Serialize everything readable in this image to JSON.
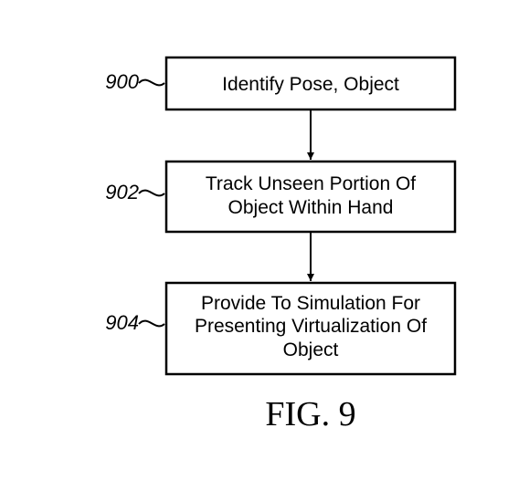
{
  "diagram": {
    "steps": [
      {
        "ref": "900",
        "lines": [
          "Identify Pose, Object"
        ]
      },
      {
        "ref": "902",
        "lines": [
          "Track Unseen Portion Of",
          "Object Within Hand"
        ]
      },
      {
        "ref": "904",
        "lines": [
          "Provide To Simulation For",
          "Presenting Virtualization Of",
          "Object"
        ]
      }
    ],
    "caption": "FIG. 9"
  },
  "colors": {
    "stroke": "#000000",
    "background": "#ffffff"
  }
}
